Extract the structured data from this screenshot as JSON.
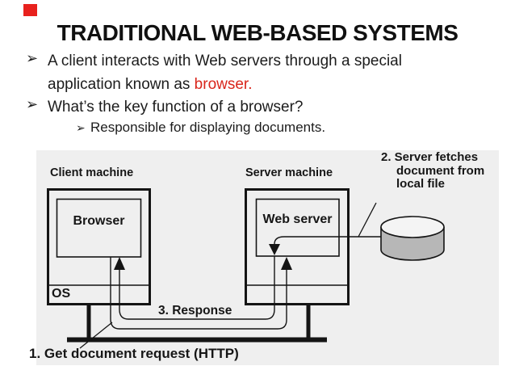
{
  "slide": {
    "marker_color": "#e8211d",
    "title": "TRADITIONAL WEB-BASED SYSTEMS",
    "bullet_glyph": "➢",
    "bullet1_pre": "A client interacts with Web servers through a special application known as ",
    "bullet1_highlight": "browser.",
    "bullet1_highlight_color": "#d9261c",
    "bullet2": "What’s the key function of a browser?",
    "bullet2_sub": "Responsible for displaying documents."
  },
  "diagram": {
    "client_machine_label": "Client machine",
    "server_machine_label": "Server machine",
    "browser_label": "Browser",
    "web_server_label": "Web server",
    "os_label": "OS",
    "step1_label": "1. Get document request (HTTP)",
    "step2_label": "2. Server fetches\ndocument from\nlocal file",
    "step3_label": "3. Response",
    "colors": {
      "background": "#efefef",
      "line": "#141414",
      "cylinder_body": "#b7b7b7",
      "cylinder_top": "#f4f4f4"
    }
  }
}
